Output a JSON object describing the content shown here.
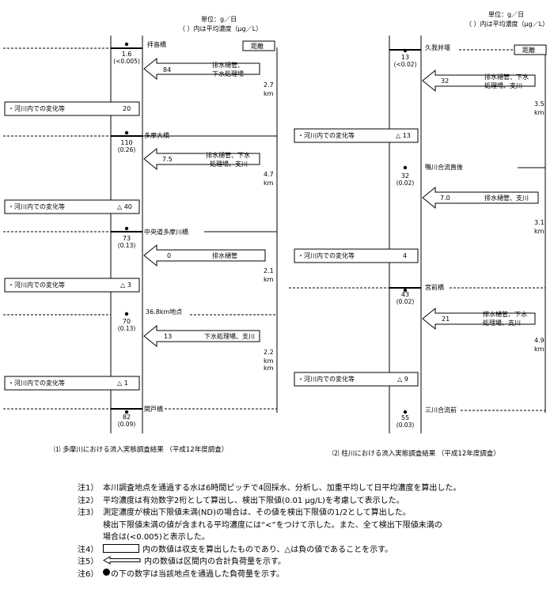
{
  "units": {
    "left": {
      "line1": "単位：g／日",
      "line2": "（ ）内は平均濃度（μg／L）"
    },
    "right": {
      "line1": "単位：g／日",
      "line2": "（ ）内は平均濃度（μg／L）"
    }
  },
  "distance_label": "距離",
  "river_change_label": "・河川内での変化等",
  "left": {
    "caption": "⑴ 多摩川における流入実態調査結果 （平成12年度調査）",
    "points": [
      {
        "name": "拝島橋",
        "load": "1.6",
        "conc": "(<0.005)"
      },
      {
        "name": "多摩大橋",
        "load": "110",
        "conc": "(0.26)"
      },
      {
        "name": "中央道多摩川橋",
        "load": "73",
        "conc": "(0.13)"
      },
      {
        "name": "36.8km地点",
        "load": "70",
        "conc": "(0.13)"
      },
      {
        "name": "関戸橋",
        "load": "82",
        "conc": "(0.09)"
      }
    ],
    "inflows": [
      {
        "value": "84",
        "text1": "排水樋管、",
        "text2": "下水処理場"
      },
      {
        "value": "7.5",
        "text1": "排水樋管、下水",
        "text2": "処理場、支川"
      },
      {
        "value": "0",
        "text1": "排水樋管",
        "text2": ""
      },
      {
        "value": "13",
        "text1": "下水処理場、支川",
        "text2": ""
      }
    ],
    "changes": [
      "20",
      "△ 40",
      "△ 3",
      "△ 1"
    ],
    "distances": [
      {
        "value": "2.7",
        "unit": "km",
        "unit2": ""
      },
      {
        "value": "4.7",
        "unit": "km",
        "unit2": ""
      },
      {
        "value": "2.1",
        "unit": "km",
        "unit2": ""
      },
      {
        "value": "2.2",
        "unit": "km",
        "unit2": "km"
      }
    ]
  },
  "right": {
    "caption": "⑵ 柱川における流入実態調査結果 （平成12年度調査）",
    "points": [
      {
        "name": "久我井堰",
        "load": "13",
        "conc": "(<0.02)"
      },
      {
        "name": "鴨川合流直後",
        "load": "32",
        "conc": "(0.02)"
      },
      {
        "name": "宮前橋",
        "load": "43",
        "conc": "(0.02)"
      },
      {
        "name": "三川合流前",
        "load": "55",
        "conc": "(0.03)"
      }
    ],
    "inflows": [
      {
        "value": "32",
        "text1": "排水樋管、下水",
        "text2": "処理場、支川"
      },
      {
        "value": "7.0",
        "text1": "排水樋管、支川",
        "text2": ""
      },
      {
        "value": "21",
        "text1": "排水樋管、下水",
        "text2": "処理場、支川"
      }
    ],
    "changes": [
      "△ 13",
      "4",
      "△ 9"
    ],
    "distances": [
      {
        "value": "3.5",
        "unit": "km"
      },
      {
        "value": "3.1",
        "unit": "km"
      },
      {
        "value": "4.9",
        "unit": "km"
      }
    ]
  },
  "notes": [
    {
      "label": "注1）",
      "text": "本川調査地点を通過する水は6時間ピッチで4回採水、分析し、加重平均して日平均濃度を算出した。"
    },
    {
      "label": "注2）",
      "text": "平均濃度は有効数字2桁として算出し、検出下限値(0.01 μg/L)を考慮して表示した。"
    },
    {
      "label": "注3）",
      "text": "測定濃度が検出下限値未満(ND)の場合は、その値を検出下限値の1/2として算出した。",
      "cont1": "検出下限値未満の値が含まれる平均濃度には“<”をつけて示した。また、全て検出下限値未満の",
      "cont2": "場合は(<0.005)と表示した。"
    },
    {
      "label": "注4）",
      "text": "内の数値は収支を算出したものであり、△は負の値であることを示す。"
    },
    {
      "label": "注5）",
      "text": "内の数値は区間内の合計負荷量を示す。"
    },
    {
      "label": "注6）",
      "text": "の下の数字は当該地点を通過した負荷量を示す。"
    }
  ]
}
